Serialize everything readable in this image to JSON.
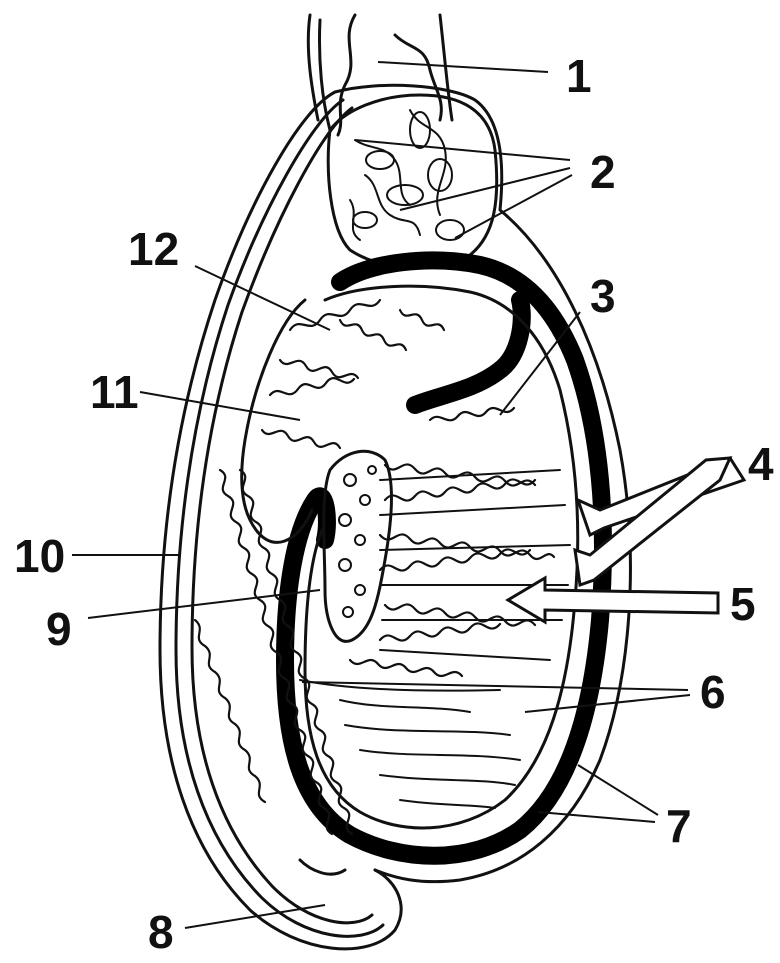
{
  "diagram": {
    "labels": [
      {
        "id": "label-1",
        "text": "1"
      },
      {
        "id": "label-2",
        "text": "2"
      },
      {
        "id": "label-3",
        "text": "3"
      },
      {
        "id": "label-4",
        "text": "4"
      },
      {
        "id": "label-5",
        "text": "5"
      },
      {
        "id": "label-6",
        "text": "6"
      },
      {
        "id": "label-7",
        "text": "7"
      },
      {
        "id": "label-8",
        "text": "8"
      },
      {
        "id": "label-9",
        "text": "9"
      },
      {
        "id": "label-10",
        "text": "10"
      },
      {
        "id": "label-11",
        "text": "11"
      },
      {
        "id": "label-12",
        "text": "12"
      }
    ]
  }
}
